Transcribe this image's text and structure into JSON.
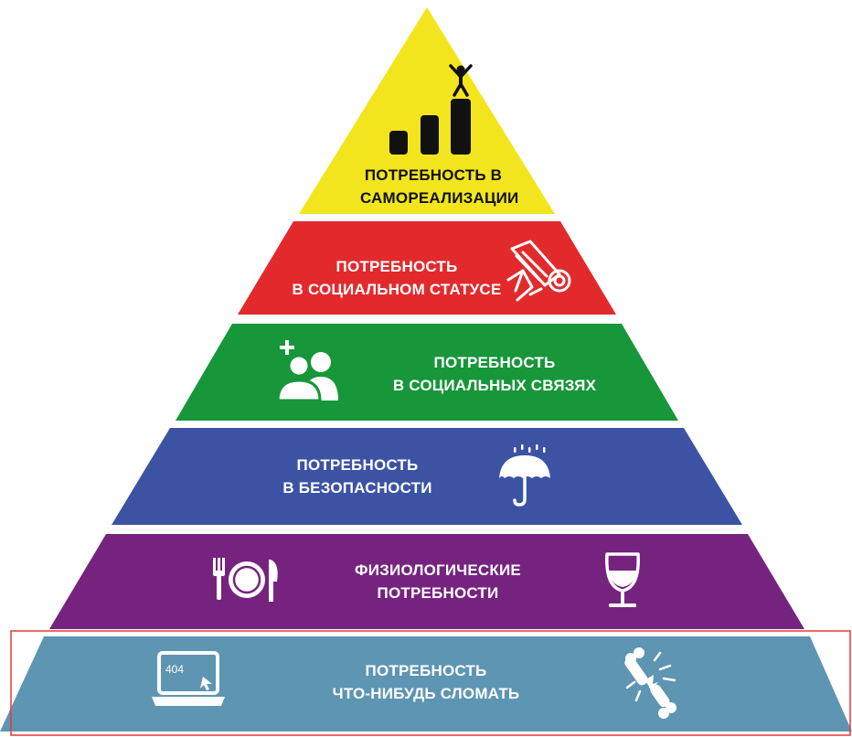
{
  "tiers": [
    {
      "id": "self-actualization",
      "color": "#f2e51d",
      "icon": "bar-chart-person-icon",
      "label_lines": [
        "ПОТРЕБНОСТЬ В",
        "САМОРЕАЛИЗАЦИИ"
      ]
    },
    {
      "id": "social-status",
      "color": "#e22a2d",
      "icon": "diploma-scroll-icon",
      "label_lines": [
        "ПОТРЕБНОСТЬ",
        "В СОЦИАЛЬНОМ СТАТУСЕ"
      ]
    },
    {
      "id": "social-ties",
      "color": "#17963a",
      "icon": "add-people-icon",
      "label_lines": [
        "ПОТРЕБНОСТЬ",
        "В СОЦИАЛЬНЫХ СВЯЗЯХ"
      ]
    },
    {
      "id": "safety",
      "color": "#3c53a4",
      "icon": "umbrella-icon",
      "label_lines": [
        "ПОТРЕБНОСТЬ",
        "В БЕЗОПАСНОСТИ"
      ]
    },
    {
      "id": "physiological",
      "color": "#76237f",
      "icons": [
        "plate-cutlery-icon",
        "wine-glass-icon"
      ],
      "label_lines": [
        "ФИЗИОЛОГИЧЕСКИЕ",
        "ПОТРЕБНОСТИ"
      ]
    },
    {
      "id": "break-something",
      "color": "#5e95b3",
      "icons": [
        "laptop-404-icon",
        "broken-bone-icon"
      ],
      "label_lines": [
        "ПОТРЕБНОСТЬ",
        "ЧТО-НИБУДЬ СЛОМАТЬ"
      ]
    }
  ],
  "laptop_screen_text": "404",
  "highlight_color": "#e53935"
}
